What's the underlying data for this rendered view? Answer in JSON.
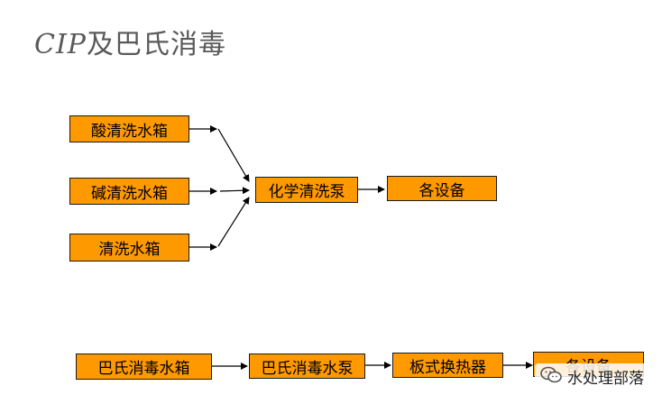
{
  "title": {
    "latin": "CIP",
    "cjk": "及巴氏消毒"
  },
  "cip": {
    "tanks": [
      "酸清洗水箱",
      "碱清洗水箱",
      "清洗水箱"
    ],
    "pump": "化学清洗泵",
    "target": "各设备"
  },
  "pasteurization": {
    "tank": "巴氏消毒水箱",
    "pump": "巴氏消毒水泵",
    "exchanger": "板式换热器",
    "target": "各设备"
  },
  "watermark": {
    "text": "水处理部落",
    "icon": "wechat-icon"
  },
  "colors": {
    "box_fill": "#ff9900",
    "box_border": "#1a1a1a",
    "title": "#595959"
  }
}
